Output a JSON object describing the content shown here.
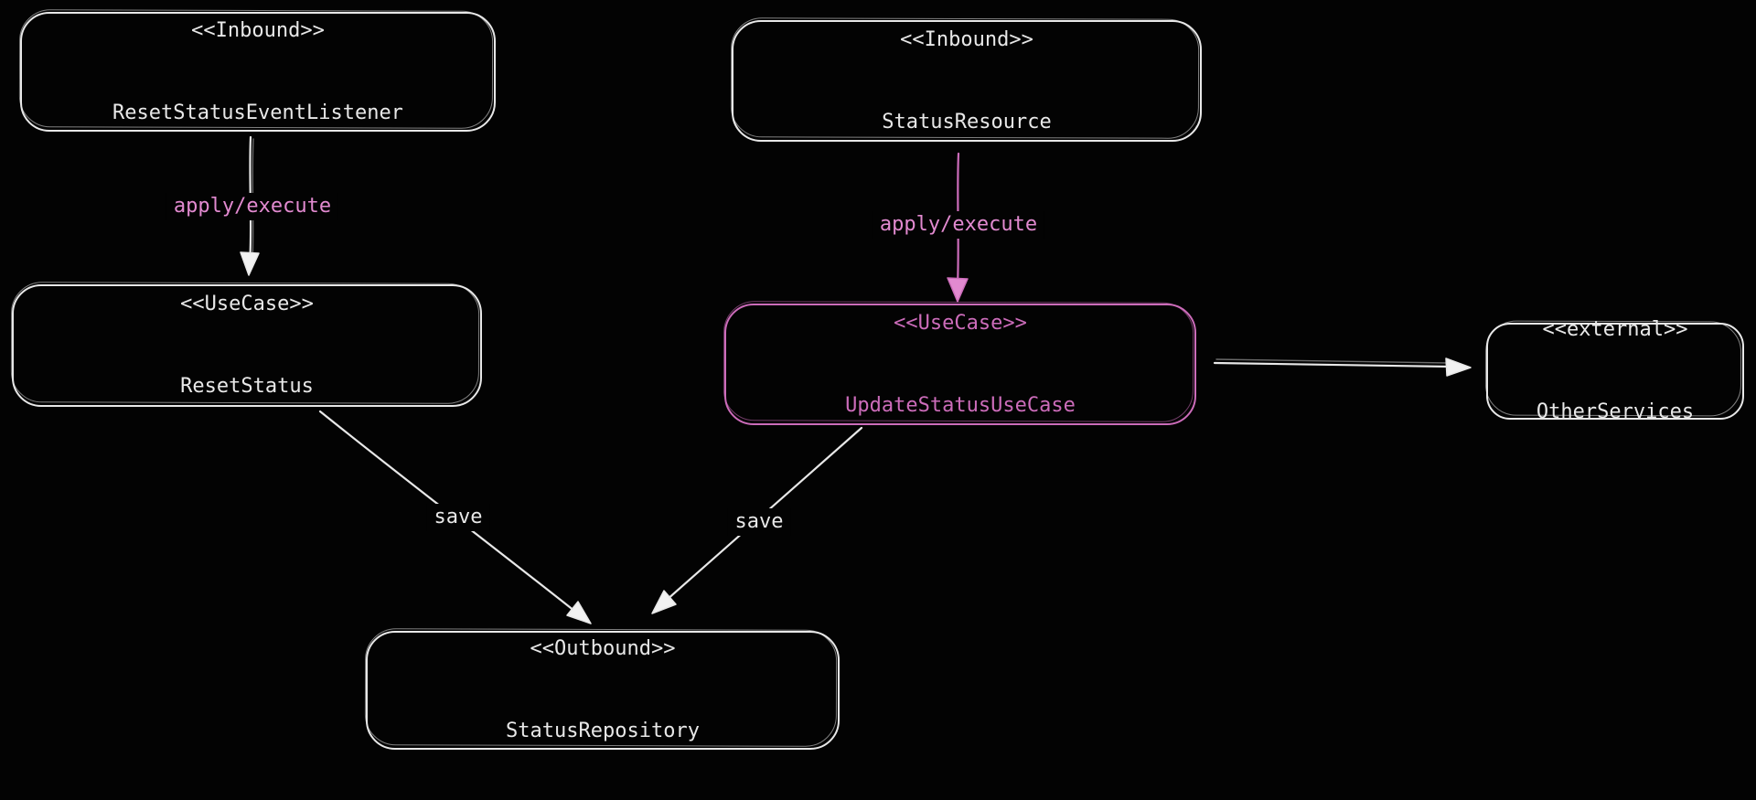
{
  "diagram": {
    "style": "hand-drawn architecture diagram, dark canvas"
  },
  "colors": {
    "bg": "#030303",
    "stroke": "#e8e8e8",
    "accent": "#cc6cba",
    "accent_bright": "#e28ad0"
  },
  "nodes": {
    "reset_status_event_listener": {
      "stereotype": "<<Inbound>>",
      "name": "ResetStatusEventListener"
    },
    "status_resource": {
      "stereotype": "<<Inbound>>",
      "name": "StatusResource"
    },
    "reset_status": {
      "stereotype": "<<UseCase>>",
      "name": "ResetStatus"
    },
    "update_status_use_case": {
      "stereotype": "<<UseCase>>",
      "name": "UpdateStatusUseCase"
    },
    "other_services": {
      "stereotype": "<<external>>",
      "name": "OtherServices"
    },
    "status_repository": {
      "stereotype": "<<Outbound>>",
      "name": "StatusRepository"
    }
  },
  "edges": {
    "listener_to_reset_status": {
      "label": "apply/execute"
    },
    "resource_to_update_use_case": {
      "label": "apply/execute"
    },
    "reset_status_to_repository": {
      "label": "save"
    },
    "update_use_case_to_repository": {
      "label": "save"
    },
    "update_use_case_to_other_services": {
      "label": ""
    }
  }
}
